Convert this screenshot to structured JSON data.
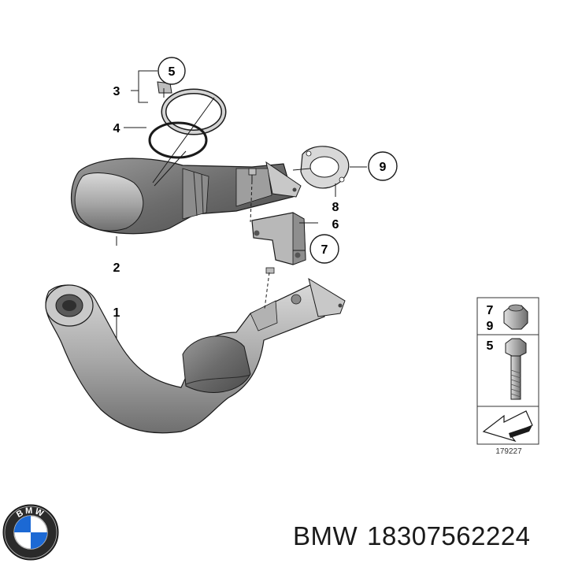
{
  "callouts": {
    "c1": "1",
    "c2": "2",
    "c3": "3",
    "c4": "4",
    "c5": "5",
    "c6": "6",
    "c7": "7",
    "c8": "8",
    "c9": "9"
  },
  "fastener_panel": {
    "row1_top": "7",
    "row1_bottom": "9",
    "row2": "5"
  },
  "diagram_id": "179227",
  "logo_letters": "BMW",
  "footer": {
    "brand": "BMW",
    "part_number": "18307562224"
  },
  "colors": {
    "part_fill": "#b9b9b9",
    "part_dark": "#7a7a7a",
    "outline": "#1a1a1a",
    "logo_blue": "#1c69d4"
  }
}
